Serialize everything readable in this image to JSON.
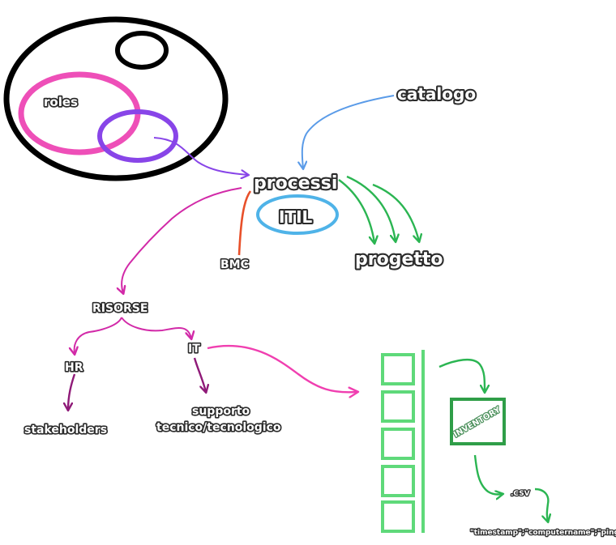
{
  "labels": {
    "roles": "roles",
    "catalogo": "catalogo",
    "processi": "processi",
    "itil": "ITIL",
    "bmc": "BMC",
    "progetto": "progetto",
    "risorse": "RISORSE",
    "hr": "HR",
    "it": "IT",
    "stakeholders": "stakeholders",
    "supporto_line1": "supporto",
    "supporto_line2": "tecnico/tecnologico",
    "inventory": "INVENTORY",
    "csv": ".CSV",
    "csv_fields": "\"timestamp\";\"computername\";\"ping\""
  },
  "colors": {
    "black_outline": "#000000",
    "roles_circle": "#ee4fb8",
    "purple_circle": "#8845e8",
    "blue": "#5a9be8",
    "itil_ellipse": "#4fb3e8",
    "green": "#2bb552",
    "light_green": "#5fd97a",
    "dark_green": "#2f9e48",
    "magenta": "#d22aa8",
    "dark_magenta": "#8f1a78",
    "orange_red": "#e8502a",
    "pink": "#f03fb0"
  }
}
